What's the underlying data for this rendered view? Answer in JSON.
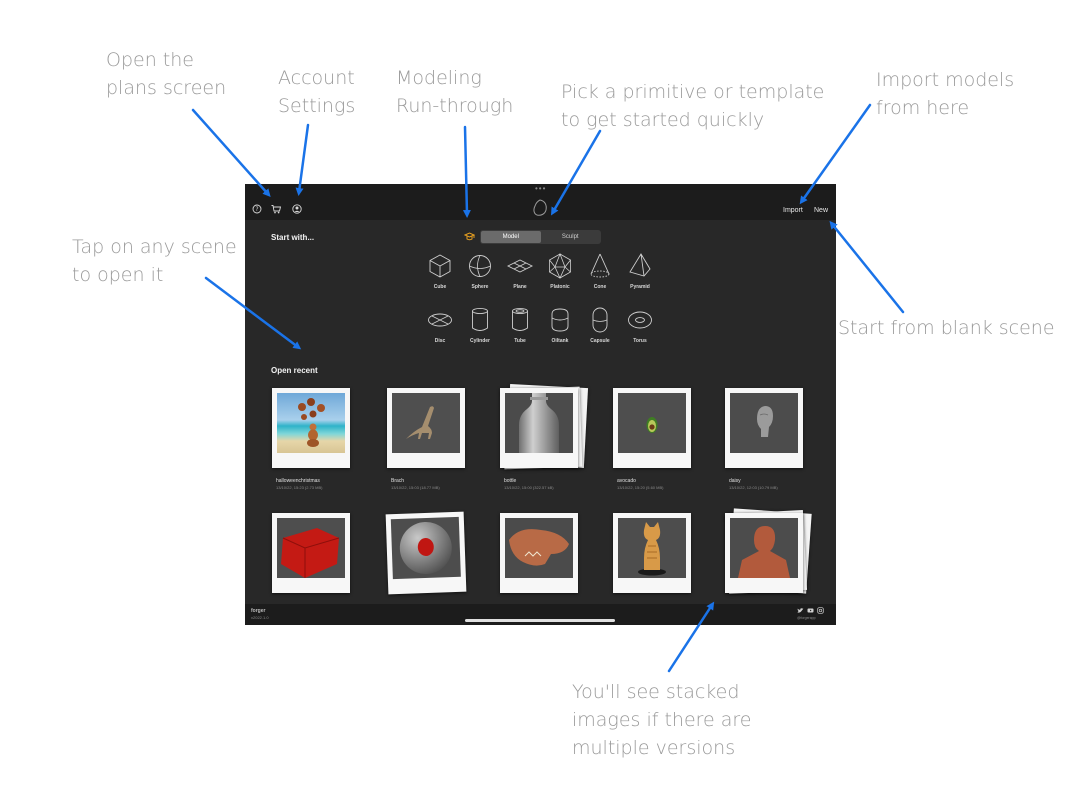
{
  "callouts": {
    "plans": "Open the\nplans screen",
    "account": "Account\nSettings",
    "runthrough": "Modeling\nRun-through",
    "primitive": "Pick a primitive or template\nto get started quickly",
    "import": "Import models\nfrom here",
    "tap_scene": "Tap on any scene\nto open it",
    "blank_scene": "Start from blank scene",
    "stacked": "You'll see stacked\nimages if there are\nmultiple versions"
  },
  "toolbar": {
    "import_label": "Import",
    "new_label": "New",
    "icons": [
      "help-icon",
      "cart-icon",
      "account-icon"
    ]
  },
  "start": {
    "heading": "Start with...",
    "tabs": [
      "Model",
      "Sculpt"
    ],
    "active_tab": "Model",
    "primitives": [
      "Cube",
      "Sphere",
      "Plane",
      "Platonic",
      "Cone",
      "Pyramid",
      "Disc",
      "Cylinder",
      "Tube",
      "Oiltank",
      "Capsule",
      "Torus"
    ]
  },
  "recent": {
    "heading": "Open recent",
    "items": [
      {
        "name": "halloweenchristmas",
        "meta": "13/10/22, 15:23 (2.73 MB)"
      },
      {
        "name": "Brach",
        "meta": "13/10/22, 15:03 (18.77 MB)"
      },
      {
        "name": "bottle",
        "meta": "13/10/22, 15:00 (322.57 kB)"
      },
      {
        "name": "avocado",
        "meta": "13/10/22, 15:20 (5.60 MB)"
      },
      {
        "name": "daisy",
        "meta": "13/10/22, 12:03 (10.79 MB)"
      }
    ]
  },
  "footer": {
    "brand": "forger",
    "version": "v2022.1.0",
    "handle": "@forgerapp"
  },
  "colors": {
    "accent": "#e8a020",
    "arrow": "#1a73e8",
    "background": "#282828"
  }
}
